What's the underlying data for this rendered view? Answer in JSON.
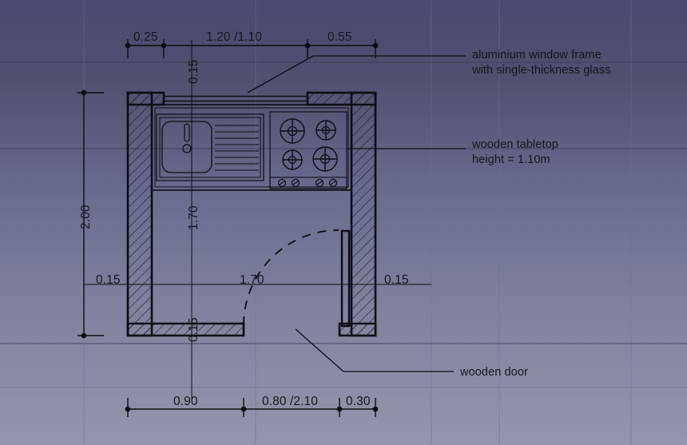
{
  "drawing": {
    "type": "architectural-floor-plan",
    "title": "kitchen floor plan",
    "background": {
      "gradient_top": "#4a4a72",
      "gradient_bottom": "#9496ad",
      "grid_color": "#6f7190"
    },
    "line_color": "#101018",
    "hatch_color": "#1a1a26"
  },
  "dimensions": {
    "top": [
      {
        "id": "top-1",
        "value": "0.25"
      },
      {
        "id": "top-2",
        "value": "1.20 /1.10"
      },
      {
        "id": "top-3",
        "value": "0.55"
      }
    ],
    "bottom": [
      {
        "id": "bot-1",
        "value": "0.90"
      },
      {
        "id": "bot-2",
        "value": "0.80 /2.10"
      },
      {
        "id": "bot-3",
        "value": "0.30"
      }
    ],
    "left": [
      {
        "id": "left-overall",
        "value": "2.00"
      },
      {
        "id": "left-wall",
        "value": "0.15"
      }
    ],
    "right": [
      {
        "id": "right-wall",
        "value": "0.15"
      }
    ],
    "interior": [
      {
        "id": "int-vertical",
        "value": "1.70"
      },
      {
        "id": "int-horizontal",
        "value": "1.70"
      },
      {
        "id": "int-top-wall",
        "value": "0.15"
      },
      {
        "id": "int-bottom-wall",
        "value": "0.15"
      }
    ]
  },
  "annotations": [
    {
      "id": "note-window",
      "line1": "aluminium window frame",
      "line2": "with single-thickness glass"
    },
    {
      "id": "note-tabletop",
      "line1": "wooden tabletop",
      "line2": "height = 1.10m"
    },
    {
      "id": "note-door",
      "line1": "wooden door",
      "line2": ""
    }
  ],
  "fixtures": {
    "sink": {
      "name": "kitchen-sink",
      "burners": 0
    },
    "stove": {
      "name": "gas-stove",
      "burners": 4,
      "knobs": 4
    },
    "door": {
      "name": "wooden-door",
      "swing": "dashed-arc"
    },
    "window": {
      "name": "aluminium-window"
    }
  }
}
